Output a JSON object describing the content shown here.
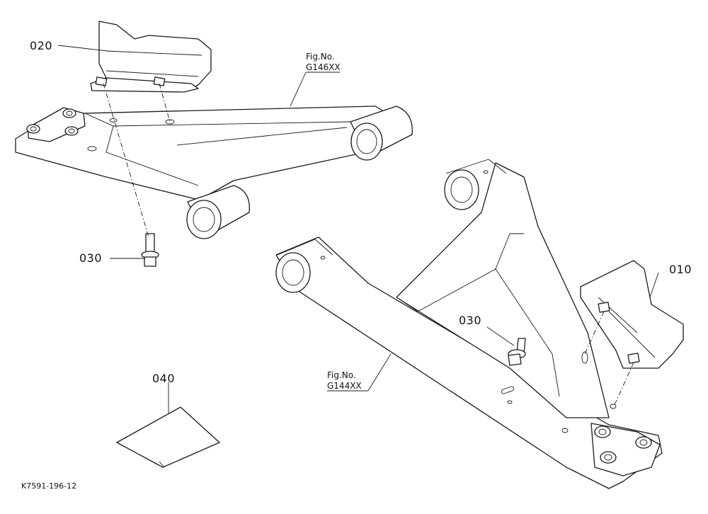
{
  "parts": {
    "p010": "010",
    "p020": "020",
    "p030_a": "030",
    "p030_b": "030",
    "p040": "040"
  },
  "figure_refs": {
    "upper": {
      "line1": "Fig.No.",
      "line2": "G146XX"
    },
    "lower": {
      "line1": "Fig.No.",
      "line2": "G144XX"
    }
  },
  "drawing_code": "K7591-196-12"
}
